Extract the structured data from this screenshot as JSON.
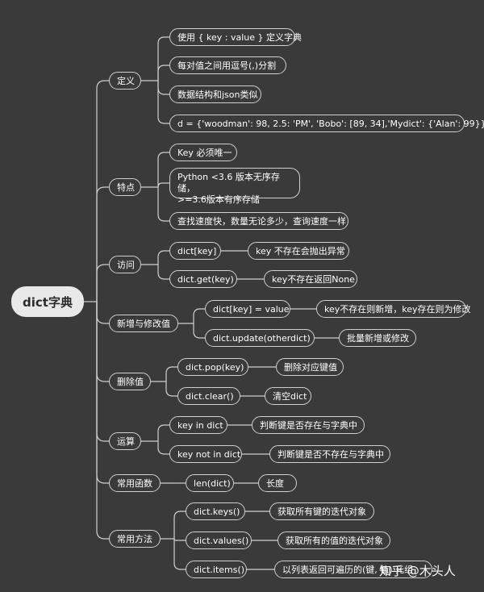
{
  "root": "dict字典",
  "branches": [
    {
      "label": "定义",
      "children": [
        {
          "label": "使用 { key : value } 定义字典"
        },
        {
          "label": "每对值之间用逗号(,)分割"
        },
        {
          "label": "数据结构和json类似"
        },
        {
          "label": "d = {'woodman': 98, 2.5: 'PM', 'Bobo': [89, 34],'Mydict': {'Alan': 99}}"
        }
      ]
    },
    {
      "label": "特点",
      "children": [
        {
          "label": "Key 必须唯一"
        },
        {
          "label": "Python <3.6 版本无序存储，\n>=3.6版本有序存储"
        },
        {
          "label": "查找速度快，数量无论多少，查询速度一样"
        }
      ]
    },
    {
      "label": "访问",
      "children": [
        {
          "label": "dict[key]",
          "note": "key 不存在会抛出异常"
        },
        {
          "label": "dict.get(key)",
          "note": "key不存在返回None"
        }
      ]
    },
    {
      "label": "新增与修改值",
      "children": [
        {
          "label": "dict[key] = value",
          "note": "key不存在则新增，key存在则为修改"
        },
        {
          "label": "dict.update(otherdict)",
          "note": "批量新增或修改"
        }
      ]
    },
    {
      "label": "删除值",
      "children": [
        {
          "label": "dict.pop(key)",
          "note": "删除对应键值"
        },
        {
          "label": "dict.clear()",
          "note": "清空dict"
        }
      ]
    },
    {
      "label": "运算",
      "children": [
        {
          "label": "key in dict",
          "note": "判断键是否存在与字典中"
        },
        {
          "label": "key not in dict",
          "note": "判断键是否不存在与字典中"
        }
      ]
    },
    {
      "label": "常用函数",
      "children": [
        {
          "label": "len(dict)",
          "note": "长度"
        }
      ]
    },
    {
      "label": "常用方法",
      "children": [
        {
          "label": "dict.keys()",
          "note": "获取所有键的迭代对象"
        },
        {
          "label": "dict.values()",
          "note": "获取所有的值的迭代对象"
        },
        {
          "label": "dict.items()",
          "note": "以列表返回可遍历的(键, 值) 元组"
        }
      ]
    }
  ],
  "watermark": "知乎 @木头人"
}
